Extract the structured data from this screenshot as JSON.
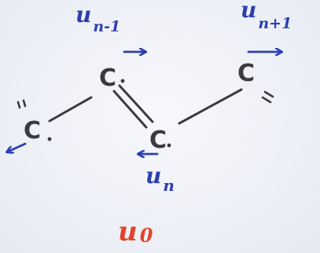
{
  "diagram": {
    "atoms": [
      {
        "id": "c-left",
        "symbol": "C"
      },
      {
        "id": "c-top",
        "symbol": "C"
      },
      {
        "id": "c-middle",
        "symbol": "C"
      },
      {
        "id": "c-right",
        "symbol": "C"
      }
    ],
    "displacement_labels": [
      {
        "base": "u",
        "subscript": "n-1"
      },
      {
        "base": "u",
        "subscript": "n+1"
      },
      {
        "base": "u",
        "subscript": "n"
      }
    ],
    "footer_label": {
      "base": "u",
      "subscript": "0"
    },
    "colors": {
      "ink": "#3a3a40",
      "arrow_blue": "#2b3fb0",
      "label_red": "#e2432a",
      "paper": "#eef0f7"
    }
  }
}
